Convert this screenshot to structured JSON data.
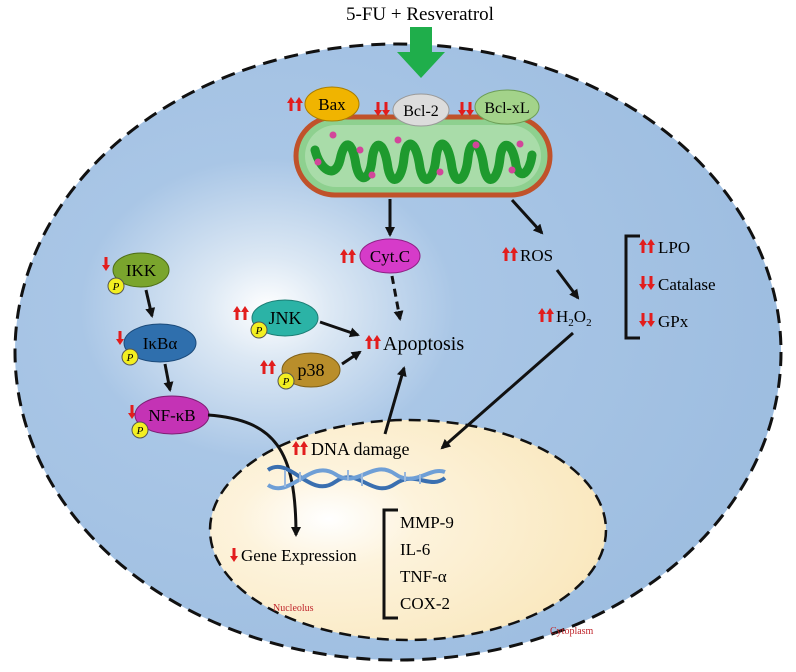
{
  "stimulus": "5-FU + Resveratrol",
  "mito_regulators": [
    {
      "label": "Bax",
      "change": "up",
      "color": "#f0b400"
    },
    {
      "label": "Bcl-2",
      "change": "down",
      "color": "#d4d4d4"
    },
    {
      "label": "Bcl-xL",
      "change": "down",
      "color": "#9ccc7f"
    }
  ],
  "cyt_c": {
    "label": "Cyt.C",
    "change": "up",
    "color": "#d63bc9"
  },
  "ros": {
    "label": "ROS",
    "change": "up"
  },
  "h2o2": {
    "label_main": "H",
    "sub1": "2",
    "mid": "O",
    "sub2": "2",
    "change": "up"
  },
  "oxidative_markers": [
    {
      "label": "LPO",
      "change": "up"
    },
    {
      "label": "Catalase",
      "change": "down"
    },
    {
      "label": "GPx",
      "change": "down"
    }
  ],
  "mapk": [
    {
      "label": "JNK",
      "change": "up",
      "color": "#2bb3a6",
      "phospho": "P"
    },
    {
      "label": "p38",
      "change": "up",
      "color": "#b98e2b",
      "phospho": "P"
    }
  ],
  "apoptosis": {
    "label": "Apoptosis",
    "change": "up"
  },
  "nfkb_pathway": [
    {
      "label": "IKK",
      "change": "down",
      "color": "#7aa52d",
      "phospho": "P"
    },
    {
      "label": "IκBα",
      "change": "down",
      "color": "#2f6fad",
      "phospho": "P"
    },
    {
      "label": "NF-κB",
      "change": "down",
      "color": "#c433b5",
      "phospho": "P"
    }
  ],
  "dna_damage": {
    "label": "DNA damage",
    "change": "up"
  },
  "gene_expression": {
    "label": "Gene Expression",
    "change": "down"
  },
  "target_genes": [
    "MMP-9",
    "IL-6",
    "TNF-α",
    "COX-2"
  ],
  "compartments": {
    "nucleus": "Nucleolus",
    "cytoplasm": "Cytoplasm"
  },
  "colors": {
    "arrow_red": "#e21d1d",
    "cell_fill": "#a9c8e8",
    "nucleus_fill": "#fbeecb",
    "stimulus_arrow": "#1fae4b"
  }
}
